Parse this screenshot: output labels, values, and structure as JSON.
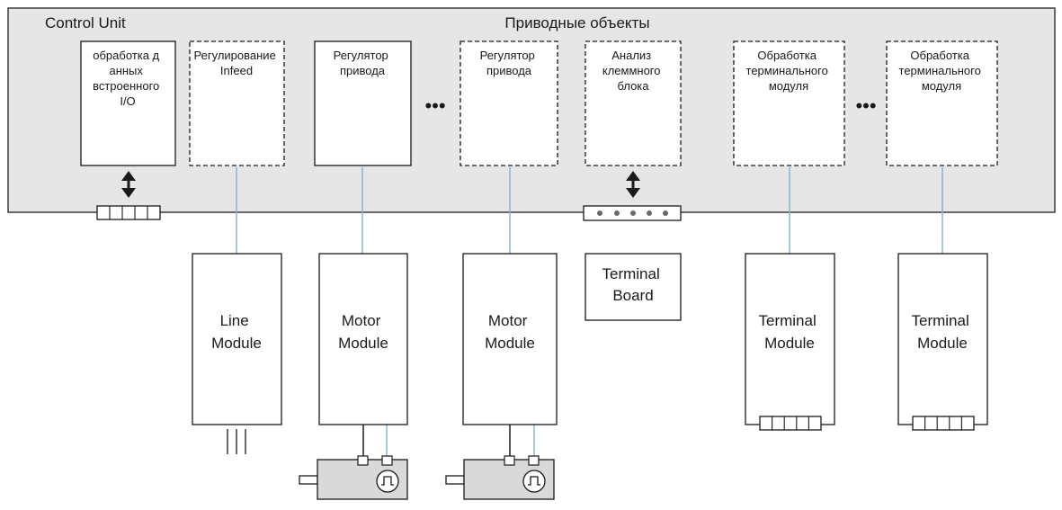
{
  "header": {
    "control_unit": "Control Unit",
    "drive_objects": "Приводные объекты"
  },
  "cu_blocks": {
    "io": [
      "обработка д",
      "анных",
      "встроенного",
      "I/O"
    ],
    "infeed": [
      "Регулирование",
      "Infeed"
    ],
    "drive1": [
      "Регулятор",
      "привода"
    ],
    "drive2": [
      "Регулятор",
      "привода"
    ],
    "terminal_board_eval": [
      "Анализ",
      "клеммного",
      "блока"
    ],
    "terminal_module1": [
      "Обработка",
      "терминального",
      "модуля"
    ],
    "terminal_module2": [
      "Обработка",
      "терминального",
      "модуля"
    ]
  },
  "modules": {
    "line": [
      "Line",
      "Module"
    ],
    "motor1": [
      "Motor",
      "Module"
    ],
    "motor2": [
      "Motor",
      "Module"
    ],
    "terminal_board": [
      "Terminal",
      "Board"
    ],
    "terminal1": [
      "Terminal",
      "Module"
    ],
    "terminal2": [
      "Terminal",
      "Module"
    ]
  },
  "ellipsis": "•••",
  "colors": {
    "panel_bg": "#e6e6e6",
    "panel_border": "#3a3a3a",
    "link_line": "#7fb2cc",
    "box_border": "#1a1a1a"
  }
}
